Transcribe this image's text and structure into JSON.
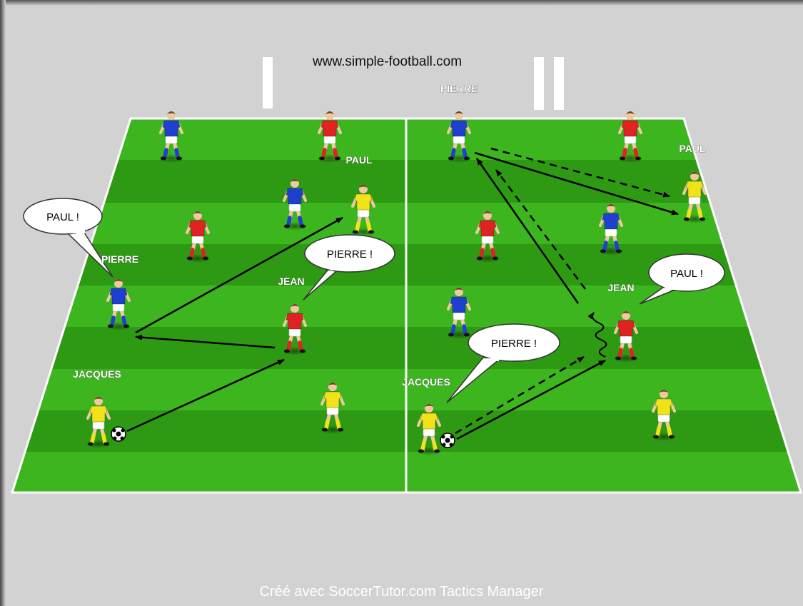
{
  "header": {
    "site_url": "www.simple-football.com"
  },
  "footer": {
    "credit": "Créé avec SoccerTutor.com Tactics Manager"
  },
  "diagram": {
    "panels": [
      {
        "numeral": "I",
        "labels": {
          "paul": "PAUL",
          "pierre": "PIERRE",
          "jean": "JEAN",
          "jacques": "JACQUES"
        },
        "bubbles": {
          "paul_call": "PAUL !",
          "pierre_call": "PIERRE !"
        }
      },
      {
        "numeral": "II",
        "labels": {
          "pierre": "PIERRE",
          "paul": "PAUL",
          "jean": "JEAN",
          "jacques": "JACQUES"
        },
        "bubbles": {
          "paul_call": "PAUL !",
          "pierre_call": "PIERRE !"
        }
      }
    ],
    "colors": {
      "blue_team": "#1f3fd1",
      "red_team": "#e02222",
      "yellow_team": "#f2e21a",
      "pitch_dark": "#2e9a14",
      "pitch_light": "#3db51f",
      "lines": "#ffffff"
    }
  }
}
